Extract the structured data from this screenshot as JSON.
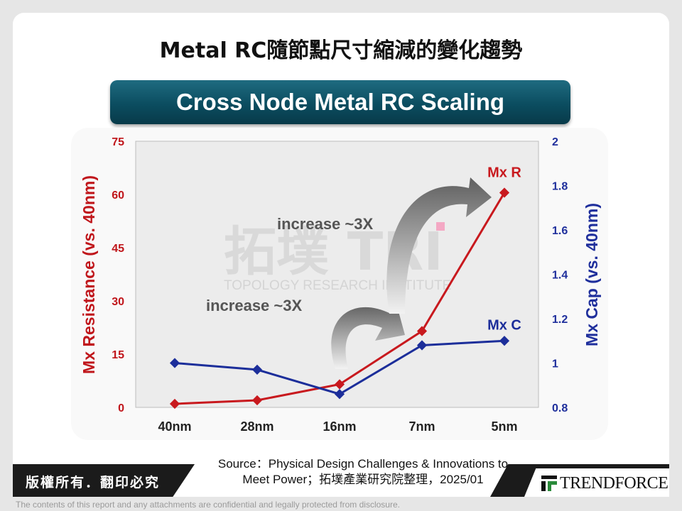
{
  "page": {
    "title": "Metal RC隨節點尺寸縮減的變化趨勢",
    "banner": "Cross Node Metal RC Scaling",
    "source_line1": "Source：Physical Design Challenges & Innovations to",
    "source_line2": "Meet Power；拓墣產業研究院整理，2025/01",
    "copyright": "版權所有．翻印必究",
    "brand": "TRENDFORCE",
    "disclaimer": "The contents of this report and any attachments are confidential and legally protected from disclosure."
  },
  "watermark": {
    "logo": "拓墣 TRI",
    "text": "TOPOLOGY RESEARCH INSTITUTE"
  },
  "chart_data": {
    "type": "line",
    "categories": [
      "40nm",
      "28nm",
      "16nm",
      "7nm",
      "5nm"
    ],
    "y_left": {
      "label": "Mx Resistance (vs. 40nm)",
      "ticks": [
        "0",
        "15",
        "30",
        "45",
        "60",
        "75"
      ],
      "range": [
        0,
        75
      ],
      "color": "#c0161b"
    },
    "y_right": {
      "label": "Mx  Cap (vs. 40nm)",
      "ticks": [
        "0.8",
        "1",
        "1.2",
        "1.4",
        "1.6",
        "1.8",
        "2"
      ],
      "range": [
        0.8,
        2.0
      ],
      "color": "#1f2f9c"
    },
    "series": [
      {
        "name": "Mx R",
        "axis": "left",
        "color": "#c8191e",
        "values": [
          1,
          2,
          6.5,
          21.5,
          60.5
        ]
      },
      {
        "name": "Mx C",
        "axis": "right",
        "color": "#1c2e9a",
        "values": [
          1.0,
          0.97,
          0.86,
          1.08,
          1.1
        ]
      }
    ],
    "annotations": [
      "increase ~3X",
      "increase ~3X"
    ],
    "grid": false
  }
}
